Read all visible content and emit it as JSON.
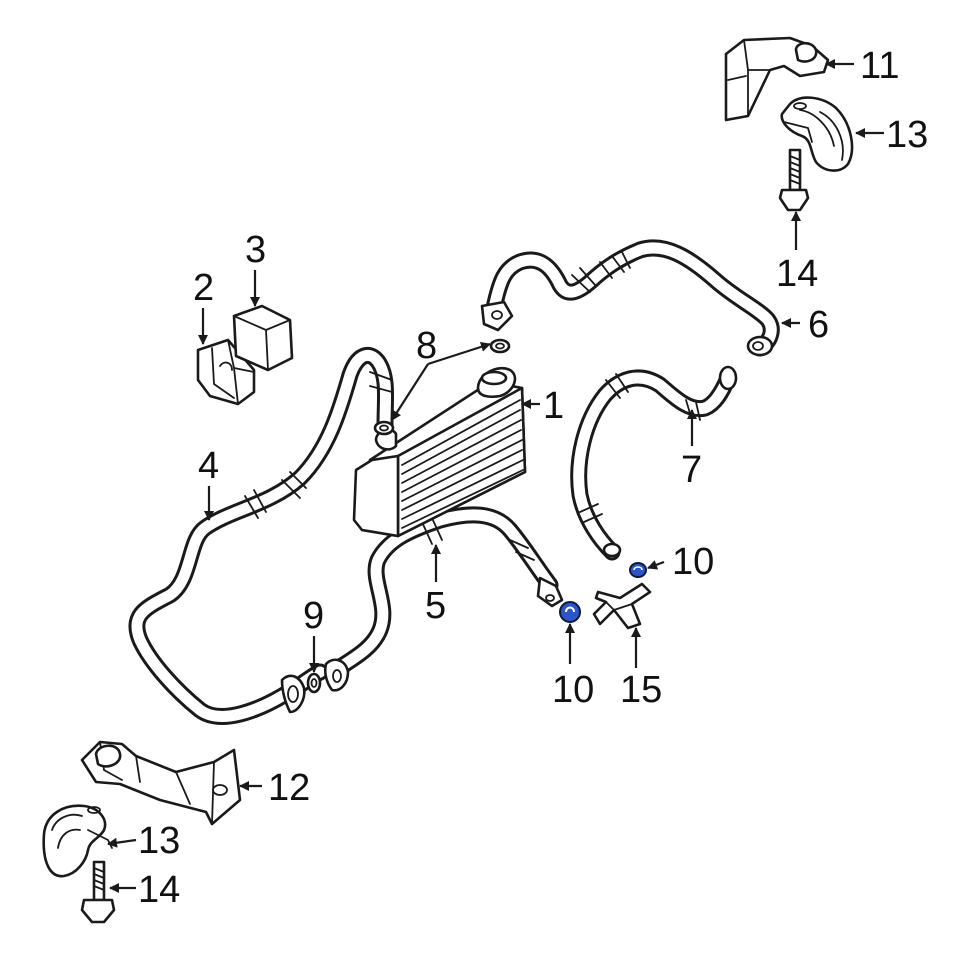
{
  "colors": {
    "line": "#1a1a1a",
    "highlight": "#2b55c8",
    "background": "#ffffff"
  },
  "callouts": [
    {
      "id": "c1",
      "label": "1"
    },
    {
      "id": "c2",
      "label": "2"
    },
    {
      "id": "c3",
      "label": "3"
    },
    {
      "id": "c4",
      "label": "4"
    },
    {
      "id": "c5",
      "label": "5"
    },
    {
      "id": "c6",
      "label": "6"
    },
    {
      "id": "c7",
      "label": "7"
    },
    {
      "id": "c8",
      "label": "8"
    },
    {
      "id": "c9",
      "label": "9"
    },
    {
      "id": "c10a",
      "label": "10"
    },
    {
      "id": "c10b",
      "label": "10"
    },
    {
      "id": "c11",
      "label": "11"
    },
    {
      "id": "c12",
      "label": "12"
    },
    {
      "id": "c13a",
      "label": "13"
    },
    {
      "id": "c13b",
      "label": "13"
    },
    {
      "id": "c14a",
      "label": "14"
    },
    {
      "id": "c14b",
      "label": "14"
    },
    {
      "id": "c15",
      "label": "15"
    }
  ]
}
